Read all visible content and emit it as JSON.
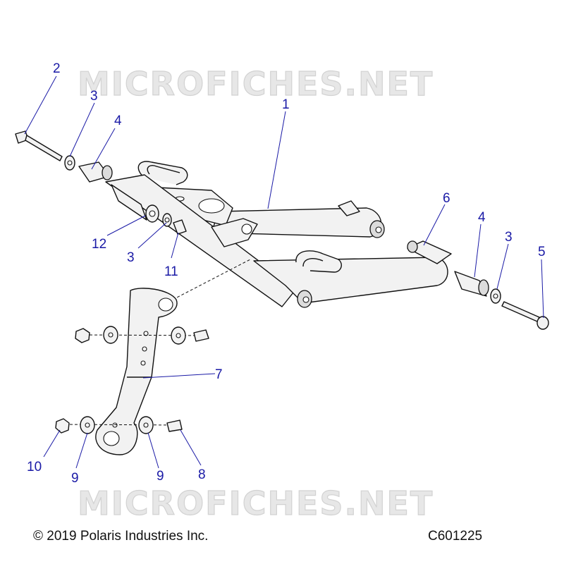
{
  "watermark": "MICROFICHES.NET",
  "copyright": "© 2019 Polaris Industries Inc.",
  "figure_code": "C601225",
  "callouts": {
    "c1": "1",
    "c2": "2",
    "c3a": "3",
    "c3b": "3",
    "c3c": "3",
    "c4a": "4",
    "c4b": "4",
    "c5": "5",
    "c6": "6",
    "c7": "7",
    "c8": "8",
    "c9a": "9",
    "c9b": "9",
    "c10": "10",
    "c11": "11",
    "c12": "12"
  },
  "colors": {
    "callout": "#1a1aa6",
    "line": "#111111",
    "watermark": "#d2d2d2"
  }
}
